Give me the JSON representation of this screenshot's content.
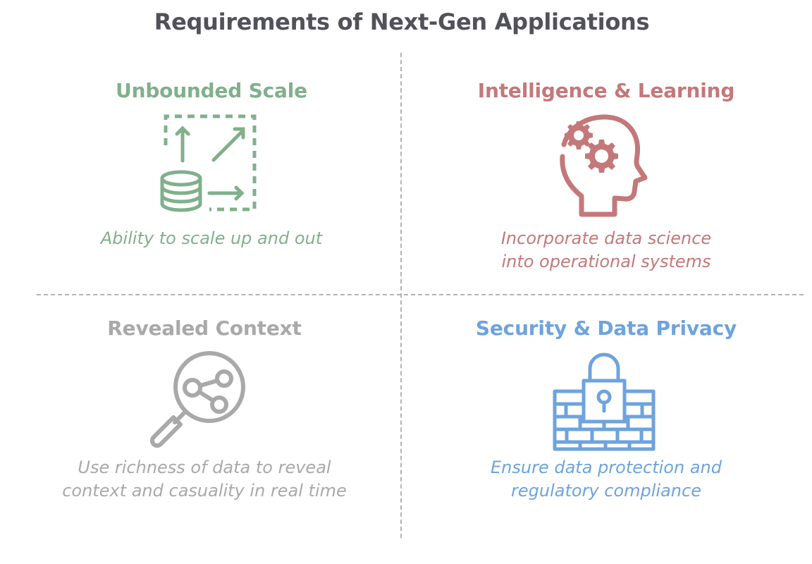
{
  "title": "Requirements of Next-Gen Applications",
  "quadrants": [
    {
      "heading": "Unbounded Scale",
      "description": "Ability to scale up and out",
      "color": "#80b08b",
      "icon": "database-scale-icon"
    },
    {
      "heading": "Intelligence & Learning",
      "description": "Incorporate data science\ninto operational systems",
      "color": "#c4787a",
      "icon": "head-gears-icon"
    },
    {
      "heading": "Revealed Context",
      "description": "Use richness of data to reveal\ncontext and casuality in real time",
      "color": "#a9a9a9",
      "icon": "magnifier-network-icon"
    },
    {
      "heading": "Security & Data Privacy",
      "description": "Ensure data protection and\nregulatory compliance",
      "color": "#6ea3dd",
      "icon": "firewall-lock-icon"
    }
  ]
}
